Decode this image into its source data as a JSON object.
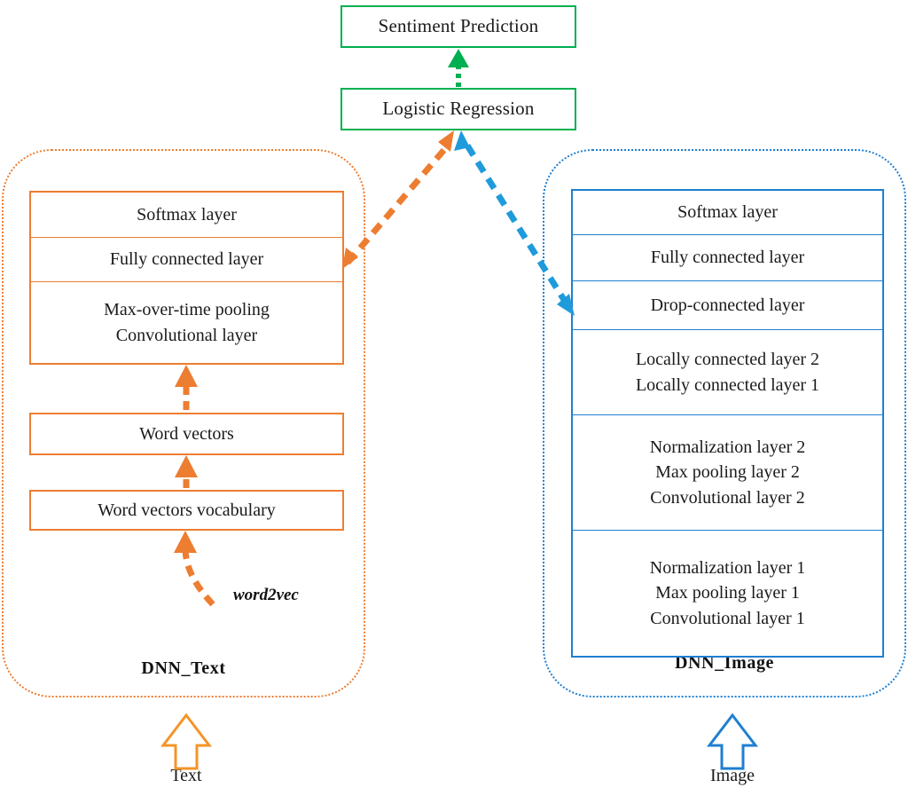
{
  "diagram": {
    "title": "Multimodal sentiment prediction architecture",
    "colors": {
      "text_branch": "#ed7d31",
      "image_branch": "#1f7fd0",
      "output_branch": "#00b050",
      "label_text": "#111111",
      "background": "#ffffff"
    }
  },
  "output": {
    "prediction_box": "Sentiment Prediction",
    "classifier_box": "Logistic Regression"
  },
  "text_branch": {
    "group_label": "DNN_Text",
    "input_label": "Text",
    "annotation": "word2vec",
    "main_stack": [
      {
        "lines": [
          "Softmax layer"
        ]
      },
      {
        "lines": [
          "Fully connected layer"
        ]
      },
      {
        "lines": [
          "Max-over-time pooling",
          "Convolutional layer"
        ]
      }
    ],
    "word_vectors_box": "Word vectors",
    "vocabulary_box": "Word vectors vocabulary"
  },
  "image_branch": {
    "group_label": "DNN_Image",
    "input_label": "Image",
    "main_stack": [
      {
        "lines": [
          "Softmax layer"
        ]
      },
      {
        "lines": [
          "Fully connected layer"
        ]
      },
      {
        "lines": [
          "Drop-connected layer"
        ]
      },
      {
        "lines": [
          "Locally connected layer 2",
          "Locally connected layer 1"
        ]
      },
      {
        "lines": [
          "Normalization layer 2",
          "Max pooling layer 2",
          "Convolutional layer 2"
        ]
      },
      {
        "lines": [
          "Normalization layer 1",
          "Max pooling layer 1",
          "Convolutional layer 1"
        ]
      }
    ]
  },
  "connectors": [
    {
      "name": "text-to-logistic-regression",
      "style": "dashed double-headed arrow",
      "color": "#ed7d31"
    },
    {
      "name": "image-to-logistic-regression",
      "style": "dashed double-headed arrow",
      "color": "#1f7fd0"
    },
    {
      "name": "logistic-regression-to-sentiment-prediction",
      "style": "dotted arrow",
      "color": "#00b050"
    },
    {
      "name": "word-vectors-to-convolutional-layer",
      "style": "dashed arrow",
      "color": "#ed7d31"
    },
    {
      "name": "vocabulary-to-word-vectors",
      "style": "dashed arrow",
      "color": "#ed7d31"
    },
    {
      "name": "word2vec-to-vocabulary",
      "style": "dashed curved arrow",
      "color": "#ed7d31"
    },
    {
      "name": "text-input-arrow",
      "style": "hollow block arrow",
      "color": "#ed7d31"
    },
    {
      "name": "image-input-arrow",
      "style": "hollow block arrow",
      "color": "#1f7fd0"
    }
  ]
}
